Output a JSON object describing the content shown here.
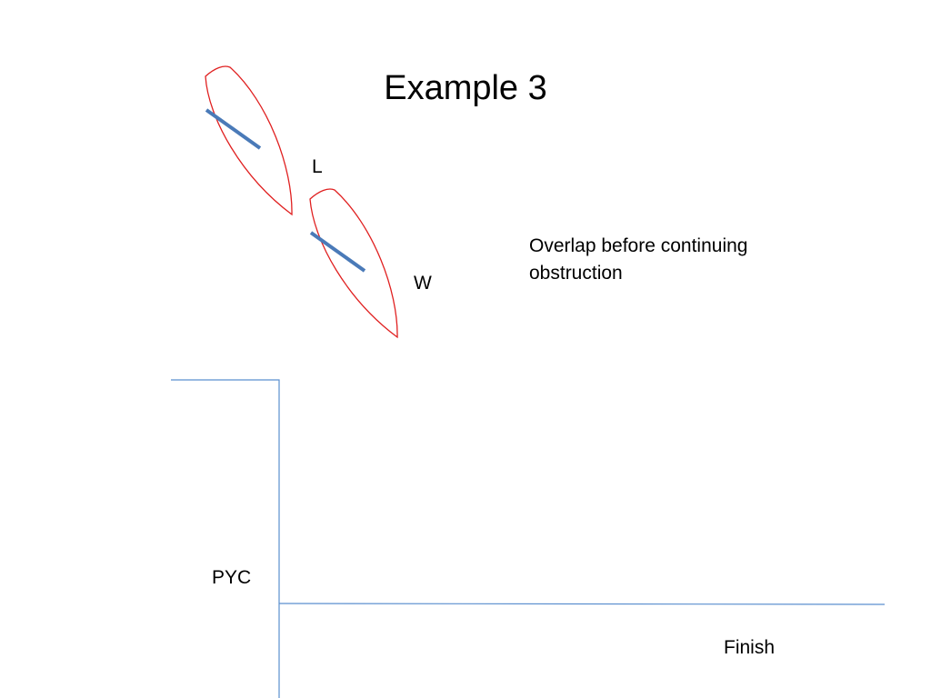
{
  "slide": {
    "title": "Example 3",
    "note": "Overlap before continuing obstruction"
  },
  "boats": [
    {
      "label": "L",
      "hull_color": "#e02020",
      "sail_color": "#4a7ab8"
    },
    {
      "label": "W",
      "hull_color": "#e02020",
      "sail_color": "#4a7ab8"
    }
  ],
  "obstruction": {
    "label": "PYC",
    "line_color": "#5b8fcf"
  },
  "finish": {
    "label": "Finish",
    "line_color": "#5b8fcf"
  }
}
